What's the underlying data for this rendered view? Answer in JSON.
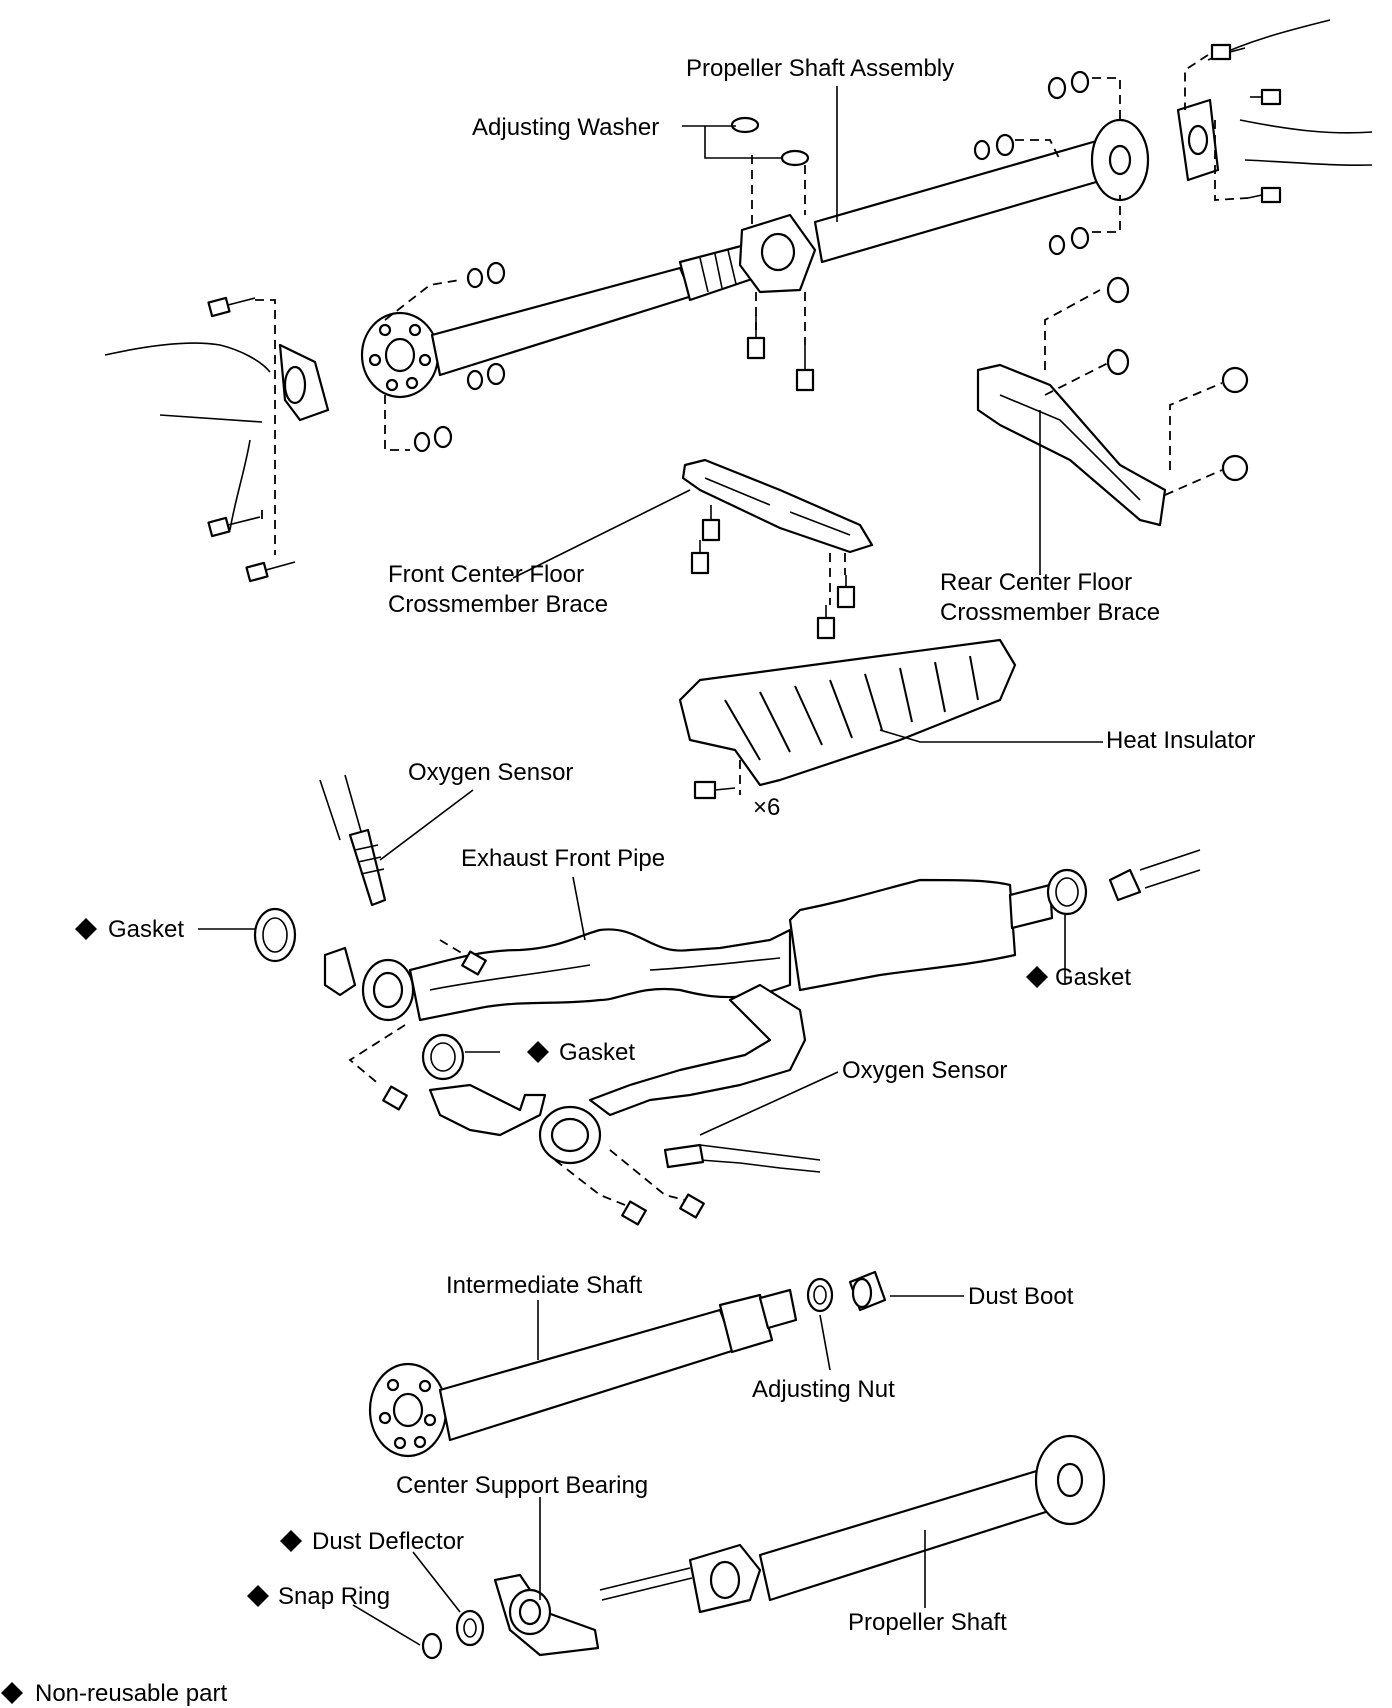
{
  "labels": {
    "propeller_shaft_assembly": "Propeller Shaft Assembly",
    "adjusting_washer": "Adjusting Washer",
    "front_brace_line1": "Front Center Floor",
    "front_brace_line2": "Crossmember Brace",
    "rear_brace_line1": "Rear Center Floor",
    "rear_brace_line2": "Crossmember Brace",
    "heat_insulator": "Heat Insulator",
    "heat_insulator_qty": "×6",
    "oxygen_sensor_upper": "Oxygen Sensor",
    "exhaust_front_pipe": "Exhaust Front Pipe",
    "gasket_left": "Gasket",
    "gasket_middle": "Gasket",
    "gasket_right": "Gasket",
    "oxygen_sensor_lower": "Oxygen Sensor",
    "intermediate_shaft": "Intermediate Shaft",
    "dust_boot": "Dust Boot",
    "adjusting_nut": "Adjusting Nut",
    "center_support_bearing": "Center Support Bearing",
    "dust_deflector": "Dust Deflector",
    "snap_ring": "Snap Ring",
    "propeller_shaft": "Propeller Shaft",
    "legend_non_reusable": "Non-reusable part"
  },
  "symbols": {
    "non_reusable_marker": "diamond-icon"
  }
}
